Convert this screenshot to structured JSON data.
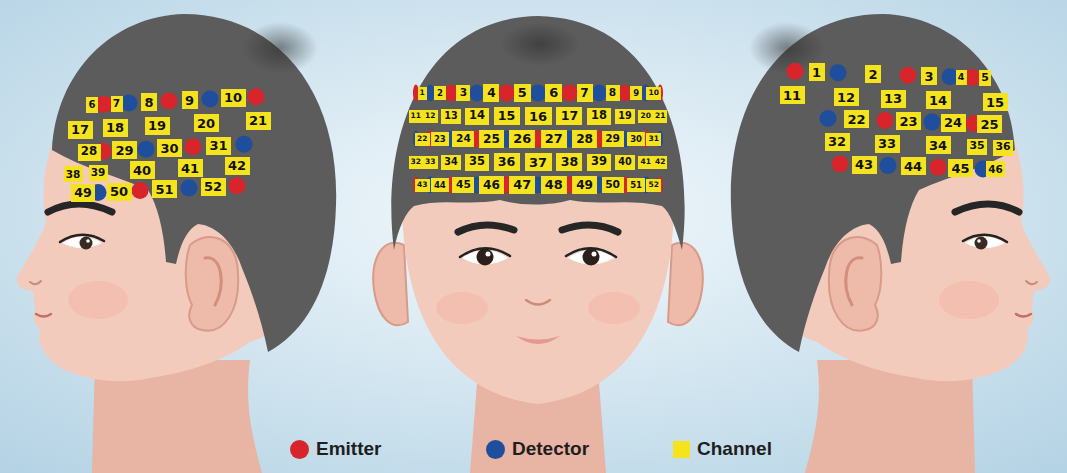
{
  "diagram": {
    "nodes": [
      {
        "text": [
          "6"
        ]
      },
      {
        "text": [
          "7"
        ]
      },
      {
        "text": [
          "8"
        ]
      },
      {
        "text": [
          "9"
        ]
      },
      {
        "text": [
          "10"
        ]
      },
      {
        "text": [
          "17"
        ]
      },
      {
        "text": [
          "18"
        ]
      },
      {
        "text": [
          "19"
        ]
      },
      {
        "text": [
          "20"
        ]
      },
      {
        "text": [
          "21"
        ]
      },
      {
        "text": [
          "28"
        ]
      },
      {
        "text": [
          "29"
        ]
      },
      {
        "text": [
          "30"
        ]
      },
      {
        "text": [
          "31"
        ]
      },
      {
        "text": [
          "38"
        ]
      },
      {
        "text": [
          "39"
        ]
      },
      {
        "text": [
          "40"
        ]
      },
      {
        "text": [
          "41"
        ]
      },
      {
        "text": [
          "42"
        ]
      },
      {
        "text": [
          "49"
        ]
      },
      {
        "text": [
          "50"
        ]
      },
      {
        "text": [
          "51"
        ]
      },
      {
        "text": [
          "52"
        ]
      },
      {
        "text": [
          "1"
        ]
      },
      {
        "text": [
          "2"
        ]
      },
      {
        "text": [
          "3"
        ]
      },
      {
        "text": [
          "4"
        ]
      },
      {
        "text": [
          "5"
        ]
      },
      {
        "text": [
          "6"
        ]
      },
      {
        "text": [
          "7"
        ]
      },
      {
        "text": [
          "8"
        ]
      },
      {
        "text": [
          "9"
        ]
      },
      {
        "text": [
          "10"
        ]
      },
      {
        "text": [
          "11"
        ]
      },
      {
        "text": [
          "12"
        ]
      },
      {
        "text": [
          "13"
        ]
      },
      {
        "text": [
          "14"
        ]
      },
      {
        "text": [
          "15"
        ]
      },
      {
        "text": [
          "16"
        ]
      },
      {
        "text": [
          "17"
        ]
      },
      {
        "text": [
          "18"
        ]
      },
      {
        "text": [
          "19"
        ]
      },
      {
        "text": [
          "20"
        ]
      },
      {
        "text": [
          "21"
        ]
      },
      {
        "text": [
          "22"
        ]
      },
      {
        "text": [
          "23"
        ]
      },
      {
        "text": [
          "24"
        ]
      },
      {
        "text": [
          "25"
        ]
      },
      {
        "text": [
          "26"
        ]
      },
      {
        "text": [
          "27"
        ]
      },
      {
        "text": [
          "28"
        ]
      },
      {
        "text": [
          "29"
        ]
      },
      {
        "text": [
          "30"
        ]
      },
      {
        "text": [
          "31"
        ]
      },
      {
        "text": [
          "32"
        ]
      },
      {
        "text": [
          "33"
        ]
      },
      {
        "text": [
          "34"
        ]
      },
      {
        "text": [
          "35"
        ]
      },
      {
        "text": [
          "36"
        ]
      },
      {
        "text": [
          "37"
        ]
      },
      {
        "text": [
          "38"
        ]
      },
      {
        "text": [
          "39"
        ]
      },
      {
        "text": [
          "40"
        ]
      },
      {
        "text": [
          "41"
        ]
      },
      {
        "text": [
          "42"
        ]
      },
      {
        "text": [
          "43"
        ]
      },
      {
        "text": [
          "44"
        ]
      },
      {
        "text": [
          "45"
        ]
      },
      {
        "text": [
          "46"
        ]
      },
      {
        "text": [
          "47"
        ]
      },
      {
        "text": [
          "48"
        ]
      },
      {
        "text": [
          "49"
        ]
      },
      {
        "text": [
          "50"
        ]
      },
      {
        "text": [
          "51"
        ]
      },
      {
        "text": [
          "52"
        ]
      },
      {
        "text": [
          "1"
        ]
      },
      {
        "text": [
          "2"
        ]
      },
      {
        "text": [
          "3"
        ]
      },
      {
        "text": [
          "4"
        ]
      },
      {
        "text": [
          "5"
        ]
      },
      {
        "text": [
          "11"
        ]
      },
      {
        "text": [
          "12"
        ]
      },
      {
        "text": [
          "13"
        ]
      },
      {
        "text": [
          "14"
        ]
      },
      {
        "text": [
          "15"
        ]
      },
      {
        "text": [
          "22"
        ]
      },
      {
        "text": [
          "23"
        ]
      },
      {
        "text": [
          "24"
        ]
      },
      {
        "text": [
          "25"
        ]
      },
      {
        "text": [
          "32"
        ]
      },
      {
        "text": [
          "33"
        ]
      },
      {
        "text": [
          "34"
        ]
      },
      {
        "text": [
          "35"
        ]
      },
      {
        "text": [
          "36"
        ]
      },
      {
        "text": [
          "43"
        ]
      },
      {
        "text": [
          "44"
        ]
      },
      {
        "text": [
          "45"
        ]
      },
      {
        "text": [
          "46"
        ]
      }
    ],
    "legend": [
      {
        "text": "Emitter",
        "color": "#d7252b"
      },
      {
        "text": "Detector",
        "color": "#1f4e9c"
      },
      {
        "text": "Channel",
        "color": "#f5e41d"
      }
    ]
  }
}
